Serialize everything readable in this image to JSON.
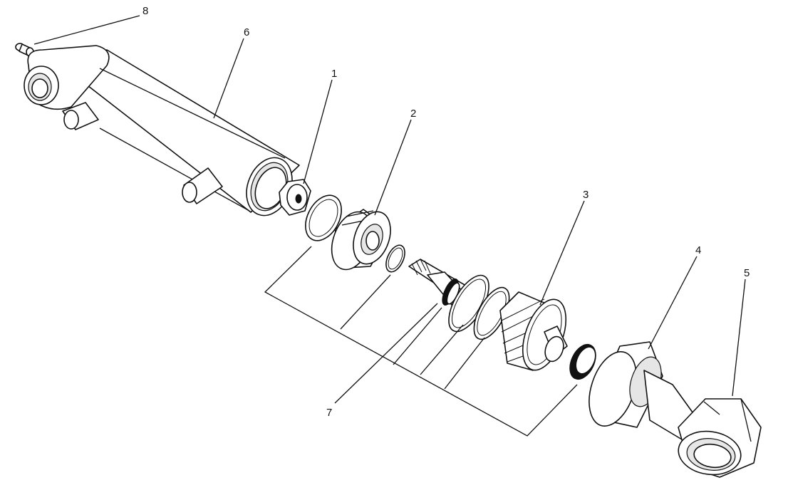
{
  "callouts": [
    "1",
    "2",
    "3",
    "4",
    "5",
    "6",
    "7",
    "8"
  ],
  "colors": {
    "line": "#111111",
    "background": "#ffffff",
    "shade": "#e6e6e6"
  }
}
